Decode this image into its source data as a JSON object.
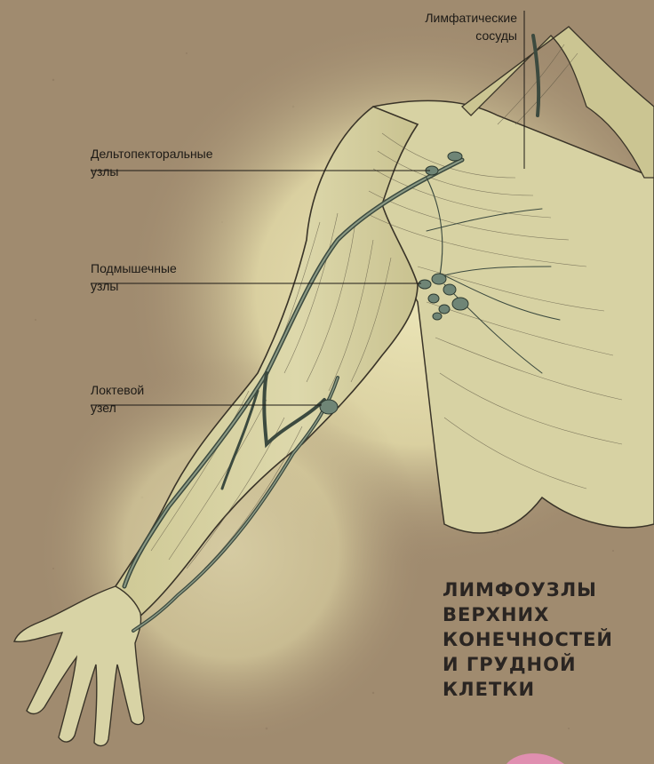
{
  "labels": {
    "lymph_vessels": [
      "Лимфатические",
      "сосуды"
    ],
    "deltopectoral_nodes": [
      "Дельтопекторальные",
      "узлы"
    ],
    "axillary_nodes": [
      "Подмышечные",
      "узлы"
    ],
    "cubital_node": [
      "Локтевой",
      "узел"
    ]
  },
  "title_lines": [
    "ЛИМФОУЗЛЫ",
    "ВЕРХНИХ",
    "КОНЕЧНОСТЕЙ",
    "И ГРУДНОЙ",
    "КЛЕТКИ"
  ],
  "colors": {
    "background": "#a08b6f",
    "glow": "#e9e3b2",
    "skin": "#d9d4a6",
    "outline": "#3a3428",
    "vessel": "#3c4a3f",
    "node": "#6f8576",
    "text": "#1d1a16"
  }
}
